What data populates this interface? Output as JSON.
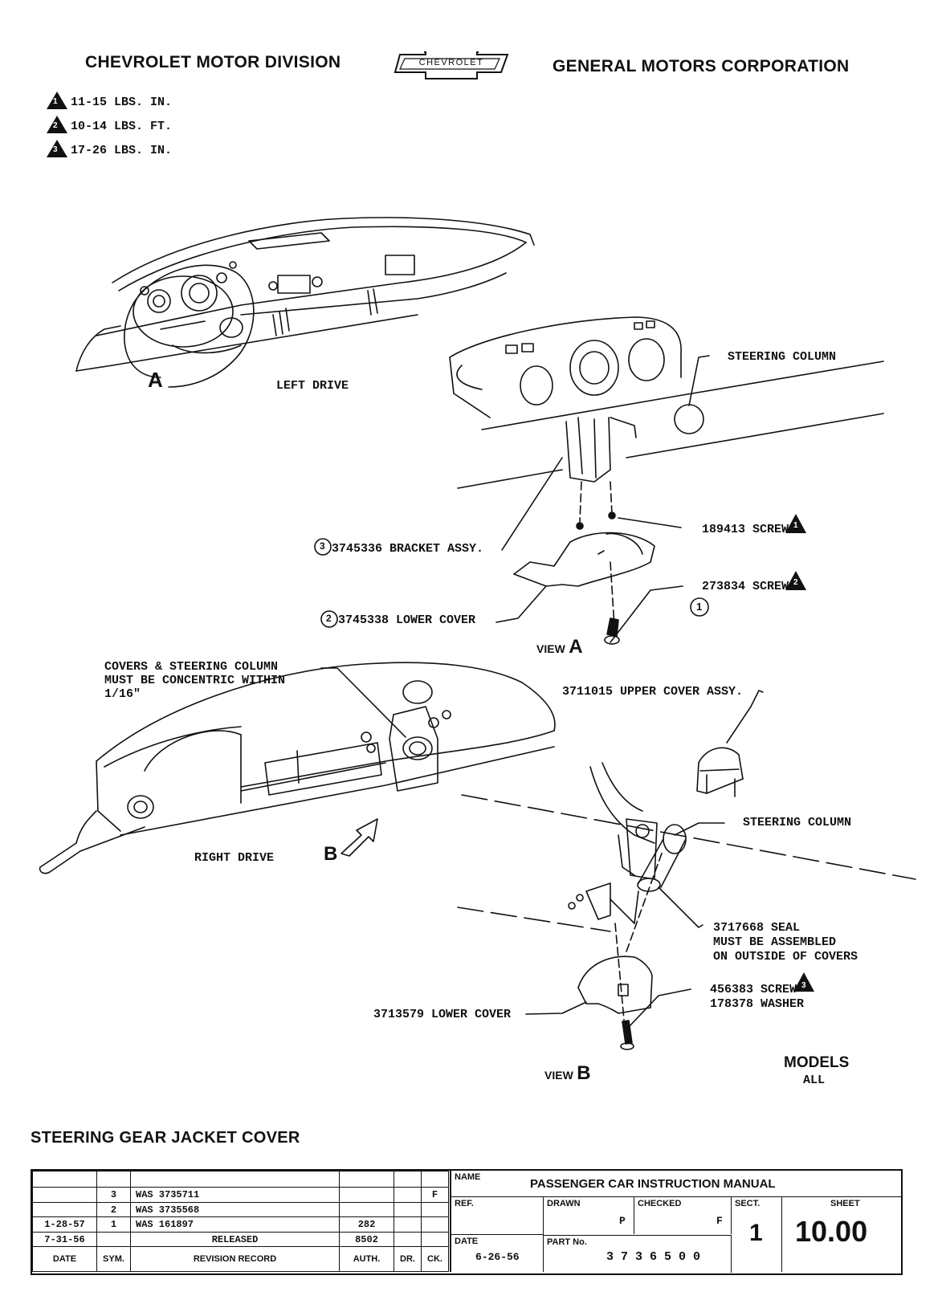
{
  "header": {
    "left": "CHEVROLET MOTOR DIVISION",
    "logo": "CHEVROLET",
    "right": "GENERAL MOTORS CORPORATION"
  },
  "torque_specs": [
    {
      "symbol": "1",
      "text": "11-15 LBS. IN."
    },
    {
      "symbol": "2",
      "text": "10-14 LBS. FT."
    },
    {
      "symbol": "3",
      "text": "17-26 LBS. IN."
    }
  ],
  "view_labels": {
    "left_drive": "LEFT DRIVE",
    "right_drive": "RIGHT DRIVE",
    "a_marker": "A",
    "b_marker": "B",
    "view_a": "VIEW",
    "view_a_letter": "A",
    "view_b": "VIEW",
    "view_b_letter": "B"
  },
  "callouts_a": {
    "steering_column": "STEERING COLUMN",
    "screw_189413": "189413 SCREW",
    "screw_189413_symbol": "1",
    "bracket_num": "3",
    "bracket": "3745336 BRACKET ASSY.",
    "screw_273834": "273834 SCREW",
    "screw_273834_symbol": "2",
    "circle_one": "1",
    "lower_cover_num": "2",
    "lower_cover": "3745338 LOWER COVER"
  },
  "callouts_b": {
    "concentric_1": "COVERS & STEERING COLUMN",
    "concentric_2": "MUST BE CONCENTRIC WITHIN",
    "concentric_3": "1/16\"",
    "upper_cover": "3711015 UPPER COVER ASSY.",
    "steering_column": "STEERING COLUMN",
    "seal_1": "3717668 SEAL",
    "seal_2": "MUST BE ASSEMBLED",
    "seal_3": "ON OUTSIDE OF COVERS",
    "screw_456383": "456383 SCREW",
    "screw_456383_symbol": "3",
    "washer": "178378 WASHER",
    "lower_cover": "3713579 LOWER COVER"
  },
  "models": {
    "label": "MODELS",
    "value": "ALL"
  },
  "title": "STEERING GEAR JACKET COVER",
  "title_block": {
    "revisions": [
      {
        "date": "",
        "sym": "3",
        "record": "WAS 3735711",
        "auth": "",
        "dr": "",
        "ck": "F"
      },
      {
        "date": "",
        "sym": "2",
        "record": "WAS 3735568",
        "auth": "",
        "dr": "",
        "ck": ""
      },
      {
        "date": "1-28-57",
        "sym": "1",
        "record": "WAS 161897",
        "auth": "282",
        "dr": "",
        "ck": ""
      },
      {
        "date": "7-31-56",
        "sym": "",
        "record": "RELEASED",
        "auth": "8502",
        "dr": "",
        "ck": ""
      }
    ],
    "col_headers": {
      "date": "DATE",
      "sym": "SYM.",
      "record": "REVISION RECORD",
      "auth": "AUTH.",
      "dr": "DR.",
      "ck": "CK."
    },
    "name_label": "NAME",
    "name_value": "PASSENGER CAR INSTRUCTION MANUAL",
    "ref_label": "REF.",
    "drawn_label": "DRAWN",
    "drawn_value": "P",
    "checked_label": "CHECKED",
    "checked_value": "F",
    "sect_label": "SECT.",
    "sect_value": "1",
    "sheet_label": "SHEET",
    "sheet_value": "10.00",
    "date_label": "DATE",
    "date_value": "6-26-56",
    "part_label": "PART No.",
    "part_value": "3 7 3 6 5 0 0"
  }
}
